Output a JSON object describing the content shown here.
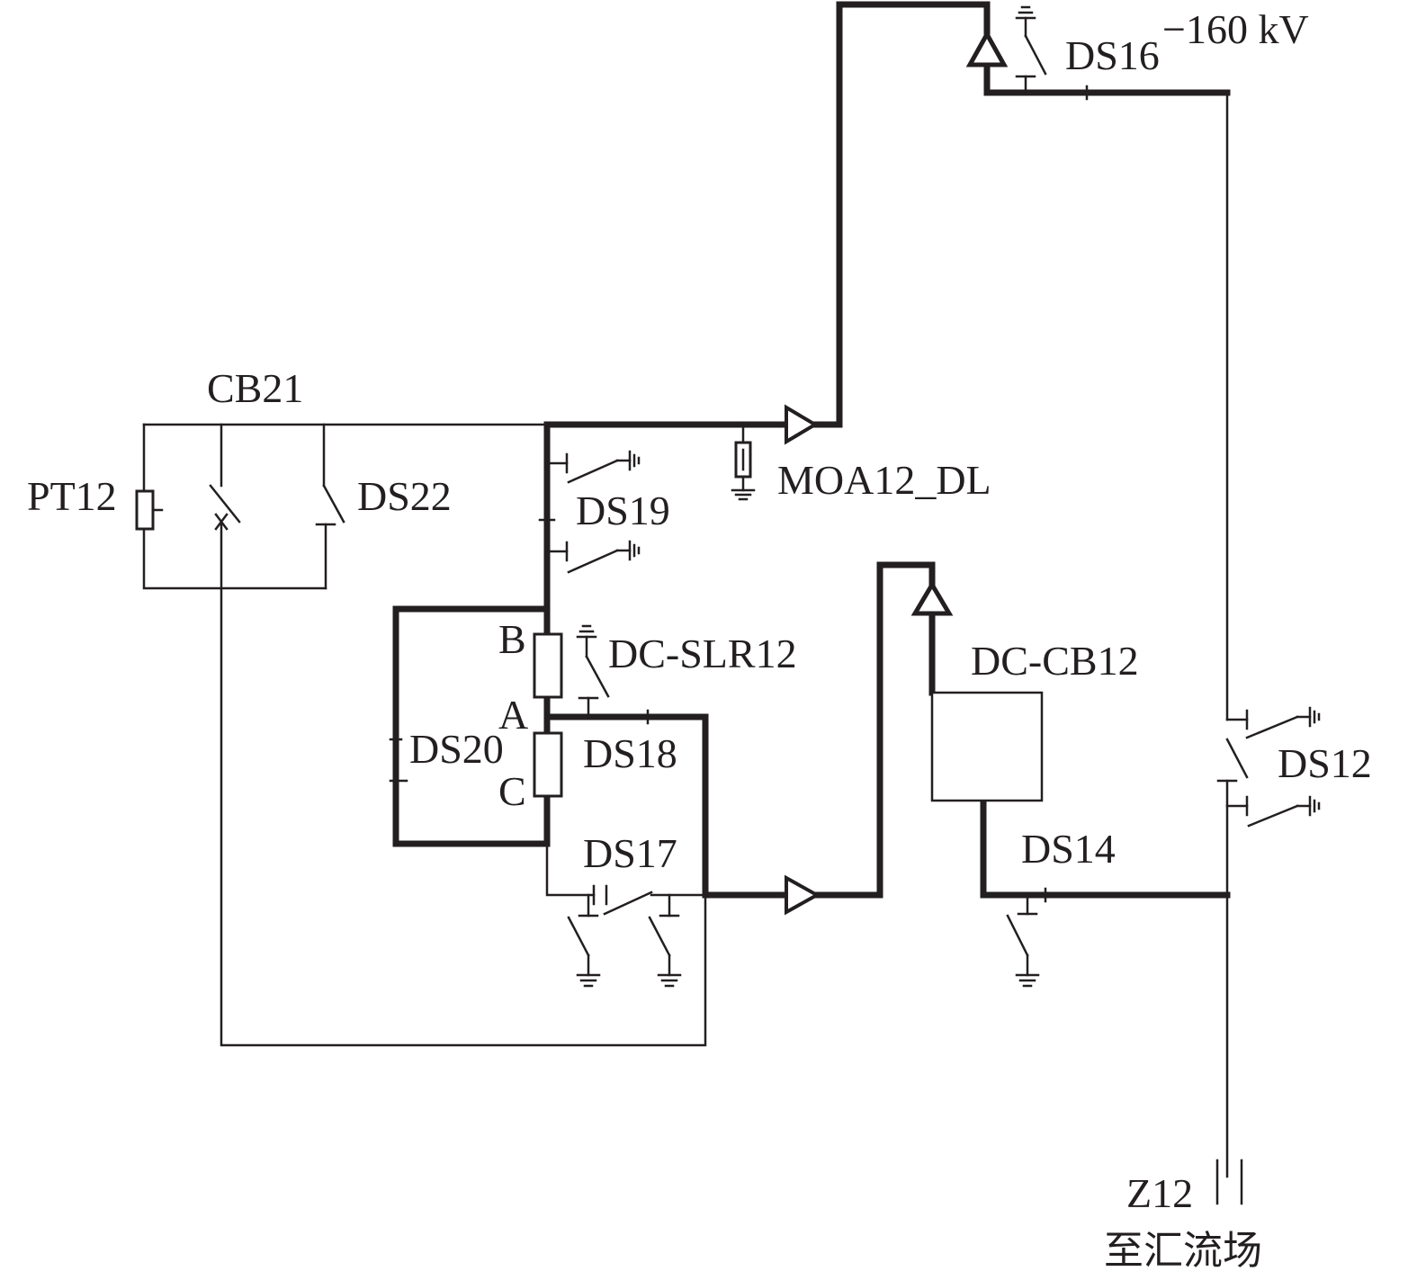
{
  "labels": {
    "cb21": "CB21",
    "pt12": "PT12",
    "ds22": "DS22",
    "ds19": "DS19",
    "moa12": "MOA12_DL",
    "ds16": "DS16",
    "voltage": "−160 kV",
    "dcslr12": "DC-SLR12",
    "node_b": "B",
    "node_a": "A",
    "node_c": "C",
    "ds20": "DS20",
    "ds18": "DS18",
    "ds17": "DS17",
    "dccb12": "DC-CB12",
    "ds14": "DS14",
    "ds12": "DS12",
    "z12": "Z12",
    "to_station": "至汇流场"
  }
}
